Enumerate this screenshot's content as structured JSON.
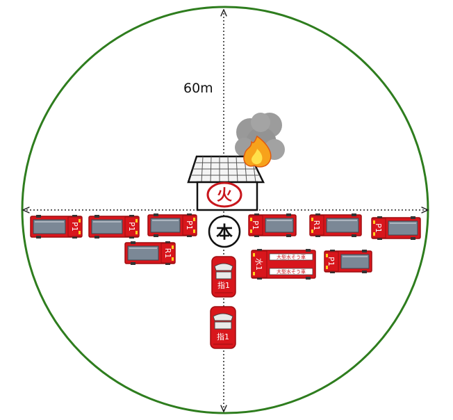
{
  "diagram": {
    "distance_label": "60m",
    "fire_mark": "火",
    "hq_mark": "本",
    "colors": {
      "circle": "#2e7d1e",
      "truck": "#d8161c",
      "truck_dark": "#9e0d10",
      "cab": "#e9e9e9",
      "panel": "#7b8896",
      "roof": "#6f6f6f",
      "smoke": "#9a9a9a",
      "flame": "#f7a21b"
    },
    "icons": [
      "burning-house-icon",
      "fire-mark-icon",
      "smoke-icon",
      "flame-icon",
      "headquarters-icon"
    ],
    "trucks": [
      {
        "id": "pumper-1",
        "label": "P1"
      },
      {
        "id": "pumper-2",
        "label": "P1"
      },
      {
        "id": "pumper-3",
        "label": "P1"
      },
      {
        "id": "rescue-1",
        "label": "R1"
      },
      {
        "id": "pumper-4",
        "label": "P1"
      },
      {
        "id": "rescue-2",
        "label": "R1"
      },
      {
        "id": "pumper-5",
        "label": "P1"
      },
      {
        "id": "water-tanker",
        "label": "水1",
        "side_text_top": "大型水そう車",
        "side_text_bottom": "大型水そう車"
      },
      {
        "id": "pumper-6",
        "label": "P1"
      },
      {
        "id": "command-1",
        "label": "指1"
      },
      {
        "id": "command-2",
        "label": "指1"
      }
    ]
  }
}
